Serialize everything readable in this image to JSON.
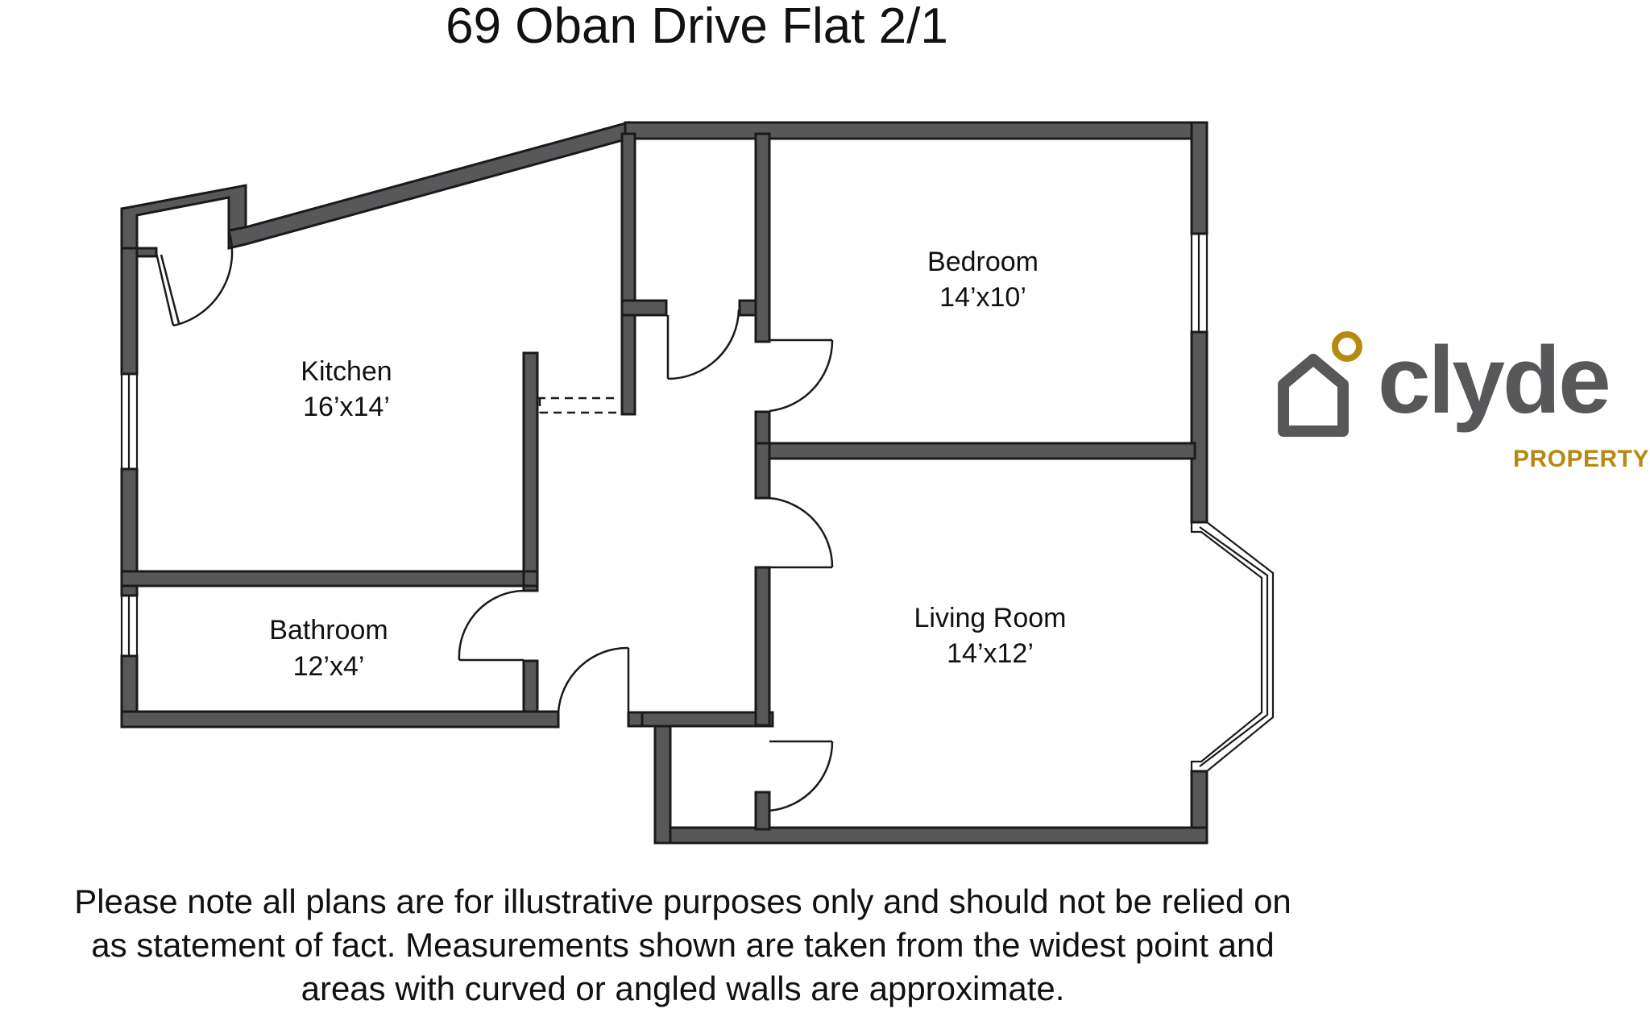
{
  "title": "69 Oban Drive Flat 2/1",
  "rooms": [
    {
      "id": "kitchen",
      "name": "Kitchen",
      "size": "16’x14’"
    },
    {
      "id": "bedroom",
      "name": "Bedroom",
      "size": "14’x10’"
    },
    {
      "id": "bathroom",
      "name": "Bathroom",
      "size": "12’x4’"
    },
    {
      "id": "living-room",
      "name": "Living Room",
      "size": "14’x12’"
    }
  ],
  "logo": {
    "word": "clyde",
    "sub": "PROPERTY",
    "word_color": "#58585a",
    "accent_color": "#b58a12"
  },
  "disclaimer": [
    "Please note all plans are for illustrative purposes only and should not be relied on",
    "as statement of fact. Measurements shown are taken from the widest point and",
    "areas with curved or angled walls are approximate."
  ],
  "colors": {
    "wall": "#58585a",
    "outline": "#1a1a1a",
    "background": "#ffffff"
  }
}
